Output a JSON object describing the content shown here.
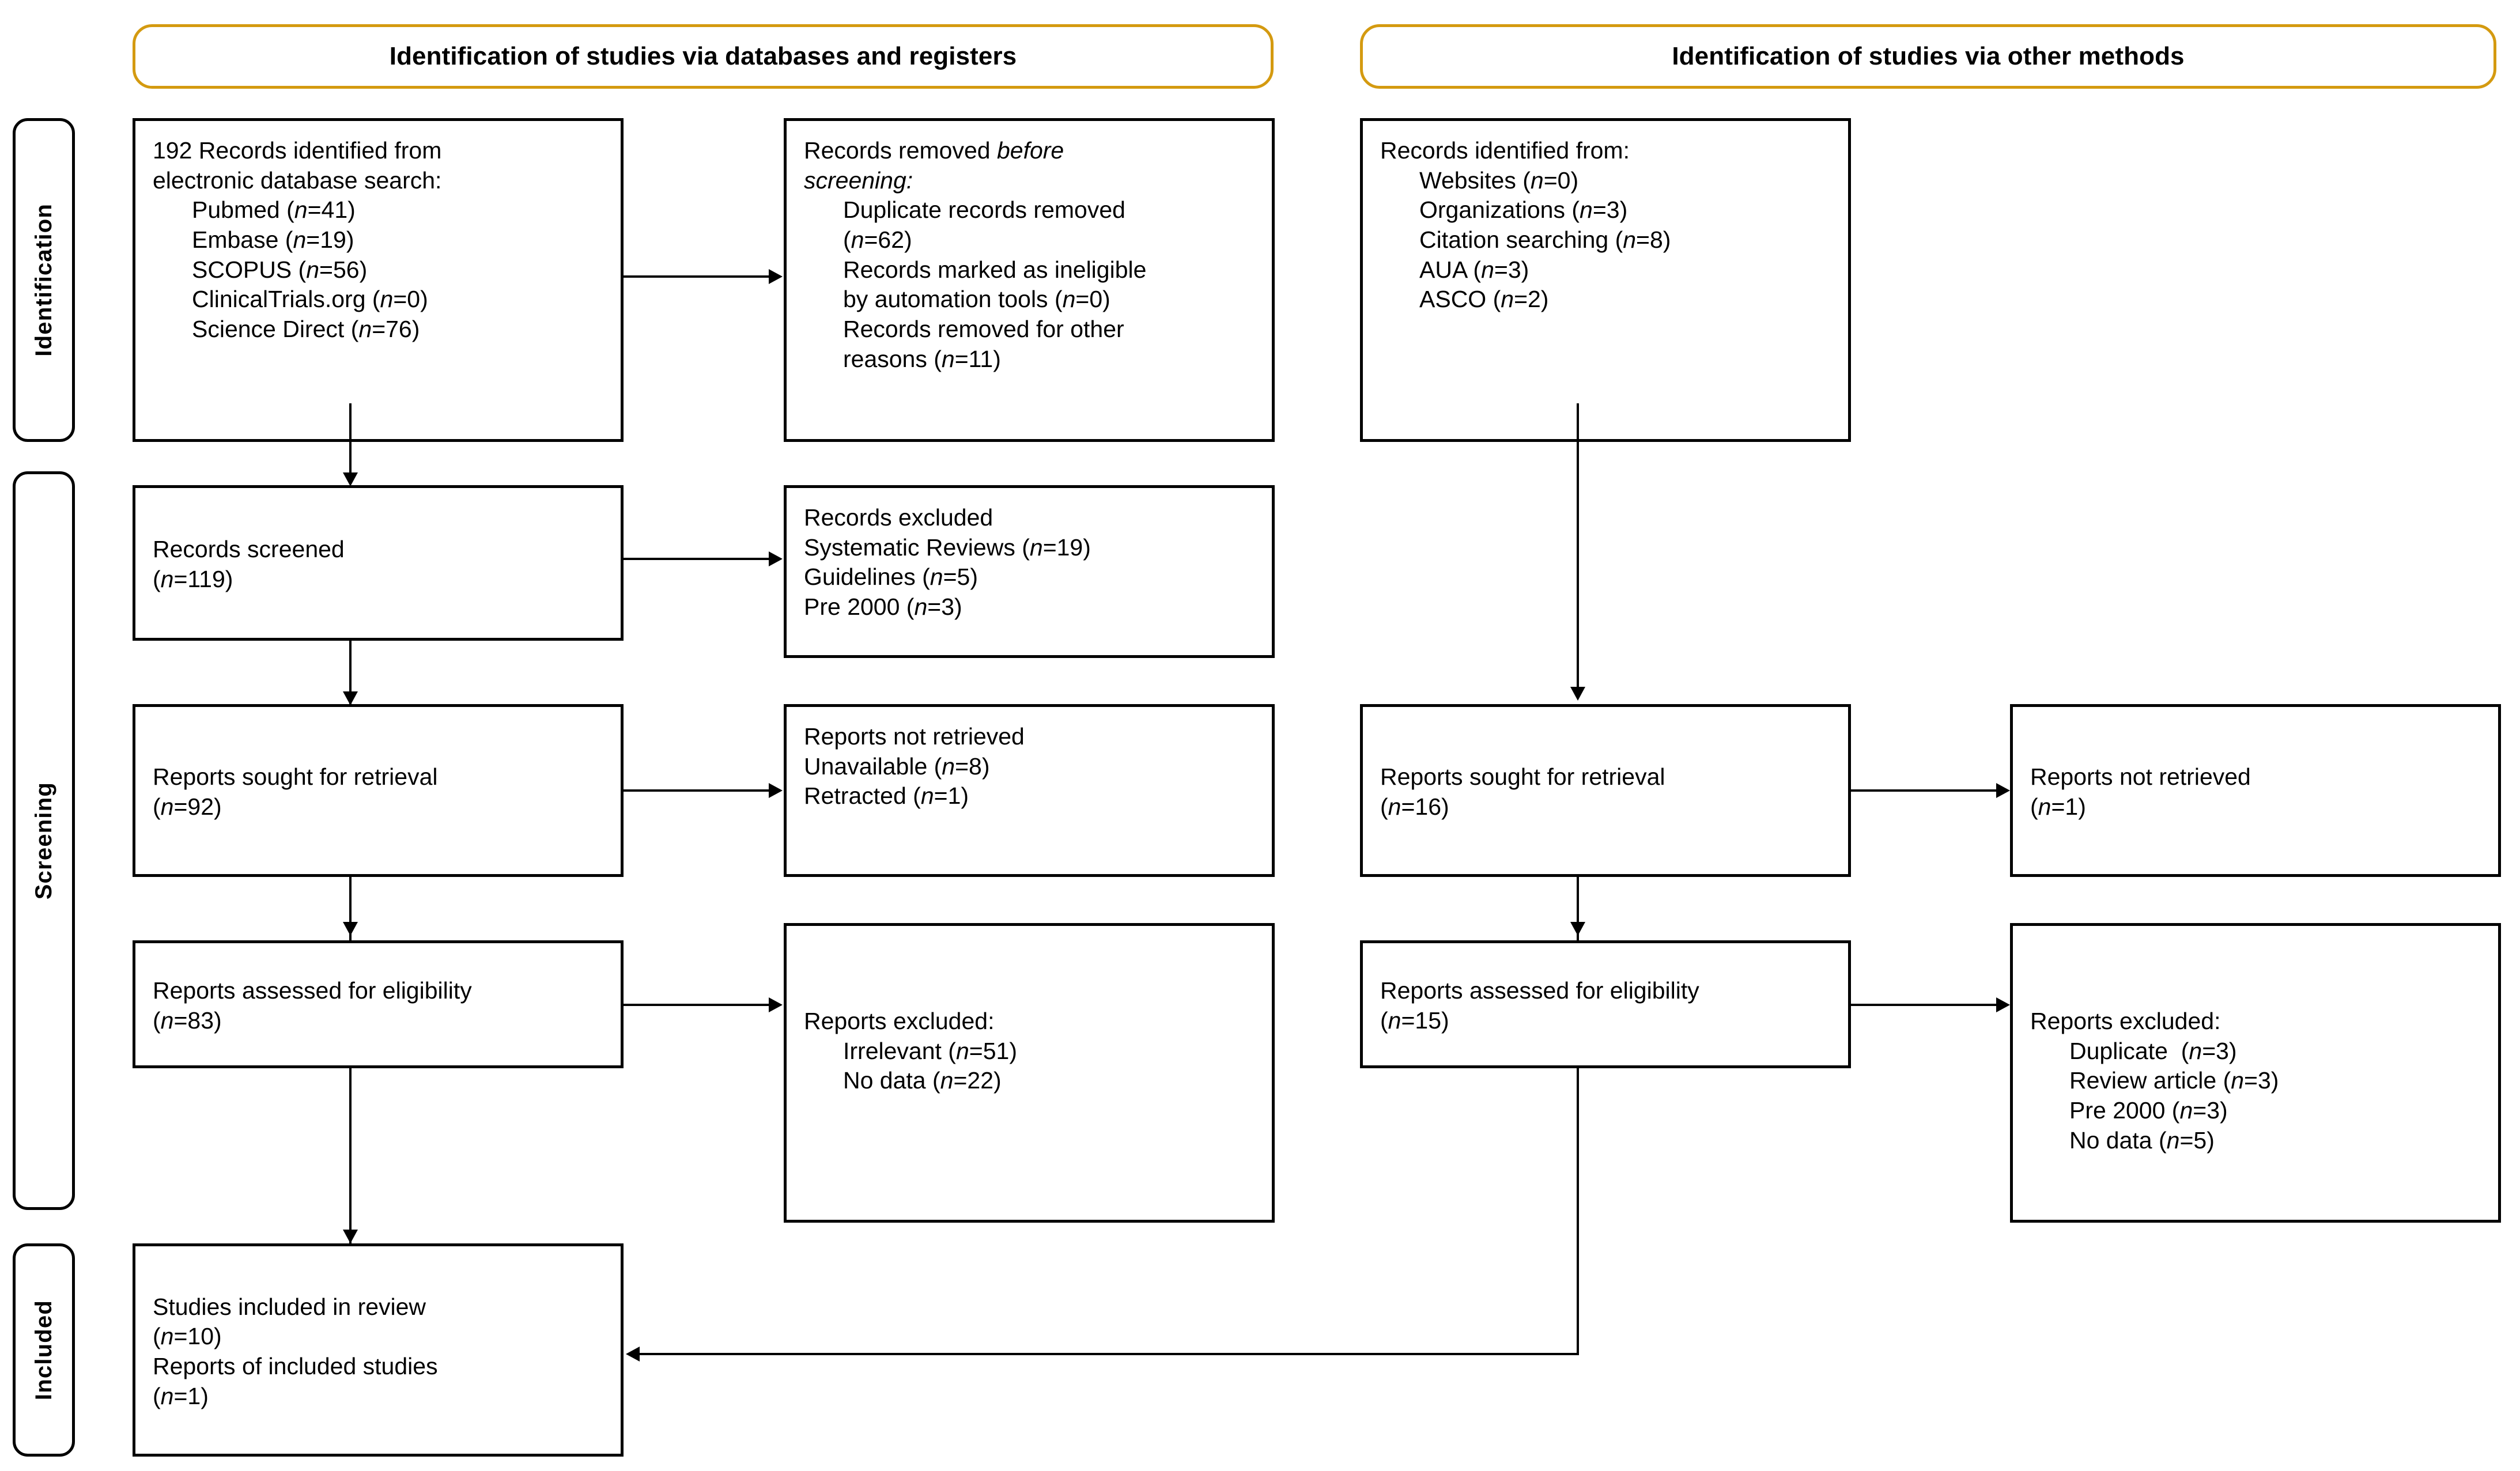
{
  "banners": [
    {
      "id": "databases",
      "label": "Identification of studies via databases and registers"
    },
    {
      "id": "other",
      "label": "Identification of studies via other methods"
    }
  ],
  "stages": [
    {
      "id": "identification",
      "label": "Identification"
    },
    {
      "id": "screening",
      "label": "Screening"
    },
    {
      "id": "included",
      "label": "Included"
    }
  ],
  "boxes": {
    "records_identified_db": {
      "lines": [
        {
          "text": "192 Records identified from",
          "indent": false
        },
        {
          "text": "electronic database search:",
          "indent": false
        },
        {
          "text": "Pubmed (n=41)",
          "indent": true
        },
        {
          "text": "Embase (n=19)",
          "indent": true
        },
        {
          "text": "SCOPUS (n=56)",
          "indent": true
        },
        {
          "text": "ClinicalTrials.org (n=0)",
          "indent": true
        },
        {
          "text": "Science Direct (n=76)",
          "indent": true
        }
      ]
    },
    "records_removed": {
      "lines": [
        {
          "text": "Records removed before",
          "indent": false,
          "italic_from": 16
        },
        {
          "text": "screening:",
          "indent": false,
          "italic_all": true
        },
        {
          "text": "Duplicate records removed",
          "indent": true
        },
        {
          "text": "(n=62)",
          "indent": true
        },
        {
          "text": "Records marked as ineligible",
          "indent": true
        },
        {
          "text": "by automation tools (n=0)",
          "indent": true
        },
        {
          "text": "Records removed for other",
          "indent": true
        },
        {
          "text": "reasons (n=11)",
          "indent": true
        }
      ]
    },
    "records_identified_other": {
      "lines": [
        {
          "text": "Records identified from:",
          "indent": false
        },
        {
          "text": "Websites (n=0)",
          "indent": true
        },
        {
          "text": "Organizations (n=3)",
          "indent": true
        },
        {
          "text": "Citation searching (n=8)",
          "indent": true
        },
        {
          "text": "AUA (n=3)",
          "indent": true
        },
        {
          "text": "ASCO (n=2)",
          "indent": true
        }
      ]
    },
    "records_screened": {
      "lines": [
        {
          "text": "Records screened",
          "indent": false
        },
        {
          "text": "(n=119)",
          "indent": false
        }
      ]
    },
    "records_excluded": {
      "lines": [
        {
          "text": "Records excluded",
          "indent": false
        },
        {
          "text": "Systematic Reviews (n=19)",
          "indent": false
        },
        {
          "text": "Guidelines (n=5)",
          "indent": false
        },
        {
          "text": "Pre 2000 (n=3)",
          "indent": false
        }
      ]
    },
    "reports_sought_db": {
      "lines": [
        {
          "text": "Reports sought for retrieval",
          "indent": false
        },
        {
          "text": "(n=92)",
          "indent": false
        }
      ]
    },
    "reports_not_retrieved_db": {
      "lines": [
        {
          "text": "Reports not retrieved",
          "indent": false
        },
        {
          "text": "Unavailable (n=8)",
          "indent": false
        },
        {
          "text": "Retracted (n=1)",
          "indent": false
        }
      ]
    },
    "reports_sought_other": {
      "lines": [
        {
          "text": "Reports sought for retrieval",
          "indent": false
        },
        {
          "text": "(n=16)",
          "indent": false
        }
      ]
    },
    "reports_not_retrieved_other": {
      "lines": [
        {
          "text": "Reports not retrieved",
          "indent": false
        },
        {
          "text": "(n=1)",
          "indent": false
        }
      ]
    },
    "reports_assessed_db": {
      "lines": [
        {
          "text": "Reports assessed for eligibility",
          "indent": false
        },
        {
          "text": "(n=83)",
          "indent": false
        }
      ]
    },
    "reports_excluded_db": {
      "lines": [
        {
          "text": "Reports excluded:",
          "indent": false
        },
        {
          "text": "Irrelevant (n=51)",
          "indent": true
        },
        {
          "text": "No data (n=22)",
          "indent": true
        }
      ]
    },
    "reports_assessed_other": {
      "lines": [
        {
          "text": "Reports assessed for eligibility",
          "indent": false
        },
        {
          "text": "(n=15)",
          "indent": false
        }
      ]
    },
    "reports_excluded_other": {
      "lines": [
        {
          "text": "Reports excluded:",
          "indent": false
        },
        {
          "text": "Duplicate  (n=3)",
          "indent": true
        },
        {
          "text": "Review article (n=3)",
          "indent": true
        },
        {
          "text": "Pre 2000 (n=3)",
          "indent": true
        },
        {
          "text": "No data (n=5)",
          "indent": true
        }
      ]
    },
    "studies_included": {
      "lines": [
        {
          "text": "Studies included in review",
          "indent": false
        },
        {
          "text": "(n=10)",
          "indent": false
        },
        {
          "text": "Reports of included studies",
          "indent": false
        },
        {
          "text": "(n=1)",
          "indent": false
        }
      ]
    }
  },
  "colors": {
    "banner_border": "#D49A10",
    "box_border": "#000000",
    "text": "#000000",
    "background": "#FFFFFF"
  }
}
